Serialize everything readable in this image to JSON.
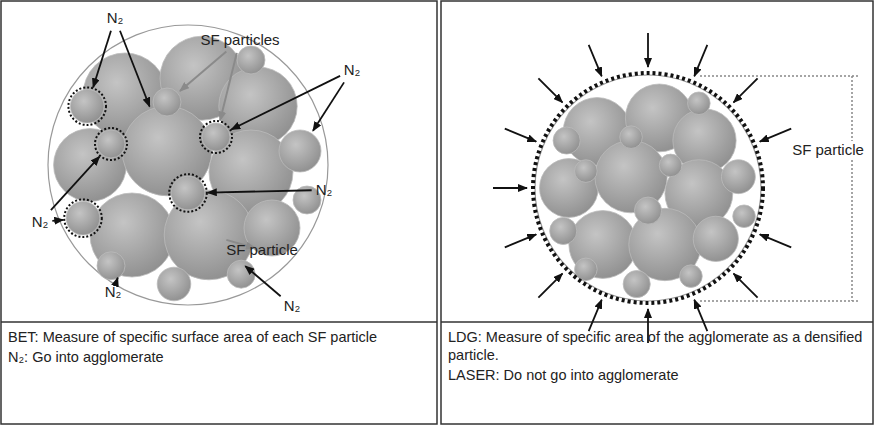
{
  "diagram": {
    "nodes": [
      {
        "text": [
          "BET: Measure of specific surface area of each SF particle",
          "N₂: Go into agglomerate"
        ]
      },
      {
        "text": [
          "LDG: Measure of specific area of the agglomerate as a densified particle.",
          "LASER: Do not go into agglomerate"
        ]
      }
    ],
    "labels": [
      "N₂",
      "SF particles",
      "N₂",
      "N₂",
      "N₂",
      "SF particle",
      "N₂",
      "N₂",
      "SF particle"
    ]
  }
}
